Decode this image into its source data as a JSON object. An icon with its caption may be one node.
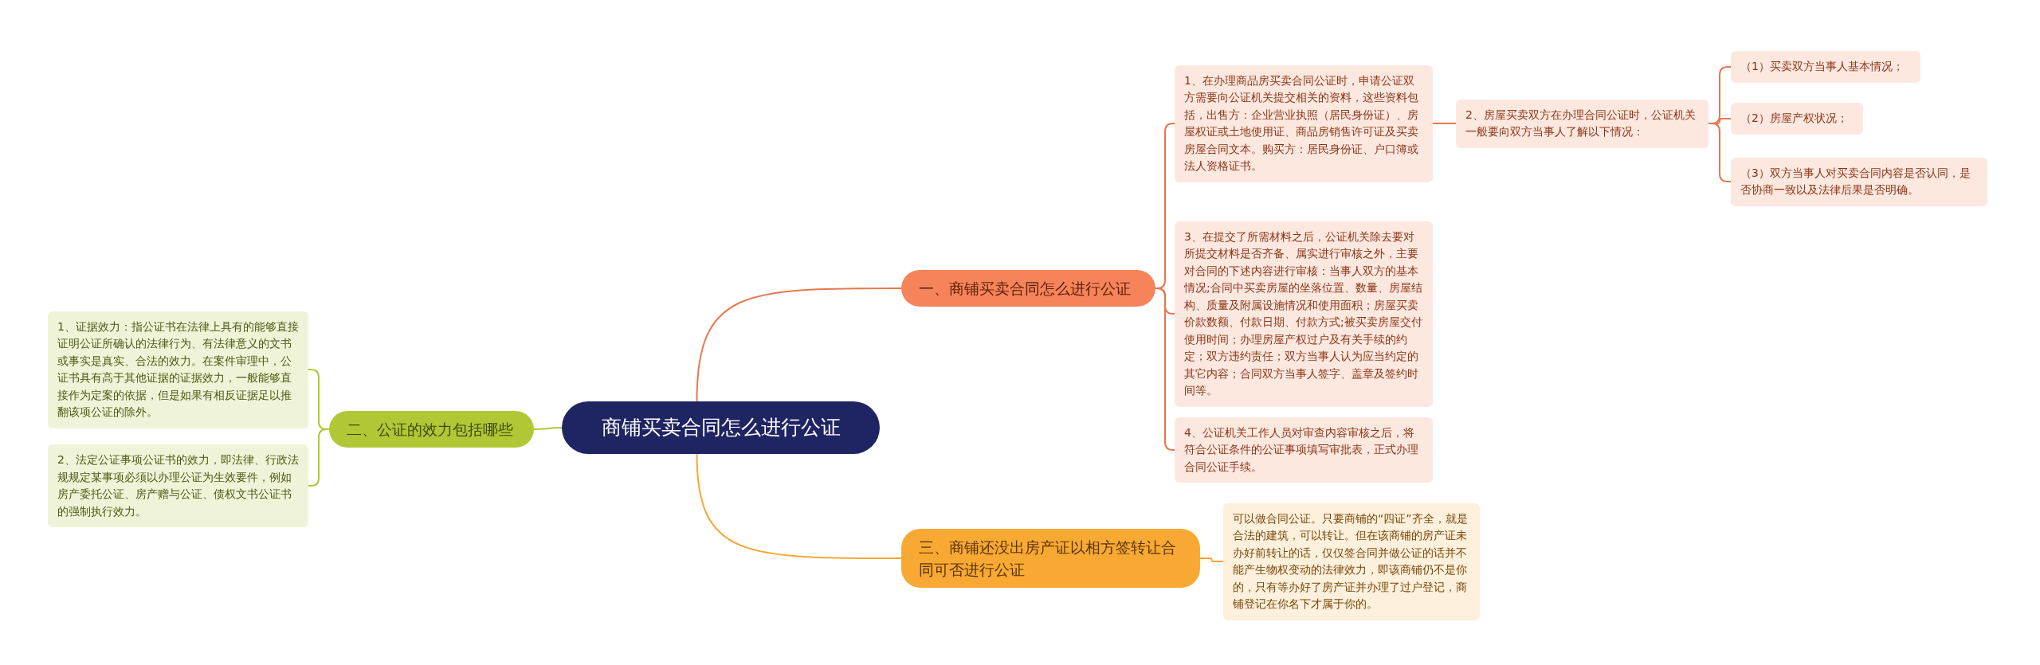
{
  "diagram": {
    "nodes": [
      {
        "text": [
          "商铺买卖合同怎么进行公证"
        ]
      },
      {
        "text": [
          "一、商铺买卖合同怎么进行公证"
        ]
      },
      {
        "text": [
          "1、在办理商品房买卖合同公证时，申请公证双方需要向公证机关提交相关的资料，这些资料包括，出售方：企业营业执照（居民身份证）、房屋权证或土地使用证、商品房销售许可证及买卖房屋合同文本。购买方：居民身份证、户口簿或法人资格证书。"
        ]
      },
      {
        "text": [
          "2、房屋买卖双方在办理合同公证时，公证机关一般要向双方当事人了解以下情况："
        ]
      },
      {
        "text": [
          "（1）买卖双方当事人基本情况；"
        ]
      },
      {
        "text": [
          "（2）房屋产权状况；"
        ]
      },
      {
        "text": [
          "（3）双方当事人对买卖合同内容是否认同，是否协商一致以及法律后果是否明确。"
        ]
      },
      {
        "text": [
          "3、在提交了所需材料之后，公证机关除去要对所提交材料是否齐备、属实进行审核之外，主要对合同的下述内容进行审核：当事人双方的基本情况;合同中买卖房屋的坐落位置、数量、房屋结构、质量及附属设施情况和使用面积；房屋买卖价款数额、付款日期、付款方式;被买卖房屋交付使用时间；办理房屋产权过户及有关手续的约定；双方违约责任；双方当事人认为应当约定的其它内容；合同双方当事人签字、盖章及签约时间等。"
        ]
      },
      {
        "text": [
          "4、公证机关工作人员对审查内容审核之后，将符合公证条件的公证事项填写审批表，正式办理合同公证手续。"
        ]
      },
      {
        "text": [
          "二、公证的效力包括哪些"
        ]
      },
      {
        "text": [
          "1、证据效力：指公证书在法律上具有的能够直接证明公证所确认的法律行为、有法律意义的文书或事实是真实、合法的效力。在案件审理中，公证书具有高于其他证据的证据效力，一般能够直接作为定案的依据，但是如果有相反证据足以推翻该项公证的除外。"
        ]
      },
      {
        "text": [
          "2、法定公证事项公证书的效力，即法律、行政法规规定某事项必须以办理公证为生效要件，例如房产委托公证、房产赠与公证、债权文书公证书的强制执行效力。"
        ]
      },
      {
        "text": [
          "三、商铺还没出房产证以相方签转让合同可否进行公证"
        ]
      },
      {
        "text": [
          "可以做合同公证。只要商铺的“四证”齐全，就是合法的建筑，可以转让。但在该商铺的房产证未办好前转让的话，仅仅签合同并做公证的话并不能产生物权变动的法律效力，即该商铺仍不是你的，只有等办好了房产证并办理了过户登记，商铺登记在你名下才属于你的。"
        ]
      }
    ],
    "edges": [
      {
        "from": 0,
        "to": 1,
        "arrow": "none"
      },
      {
        "from": 1,
        "to": 2,
        "arrow": "none"
      },
      {
        "from": 2,
        "to": 3,
        "arrow": "none"
      },
      {
        "from": 3,
        "to": 4,
        "arrow": "none"
      },
      {
        "from": 3,
        "to": 5,
        "arrow": "none"
      },
      {
        "from": 3,
        "to": 6,
        "arrow": "none"
      },
      {
        "from": 1,
        "to": 7,
        "arrow": "none"
      },
      {
        "from": 1,
        "to": 8,
        "arrow": "none"
      },
      {
        "from": 0,
        "to": 9,
        "arrow": "none",
        "color": "#b2c736"
      },
      {
        "from": 9,
        "to": 10,
        "arrow": "none",
        "color": "#b2c736"
      },
      {
        "from": 9,
        "to": 11,
        "arrow": "none",
        "color": "#b2c736"
      },
      {
        "from": 0,
        "to": 12,
        "arrow": "none",
        "color": "#f5a833"
      },
      {
        "from": 12,
        "to": 13,
        "arrow": "none",
        "color": "#f5a833"
      }
    ]
  }
}
